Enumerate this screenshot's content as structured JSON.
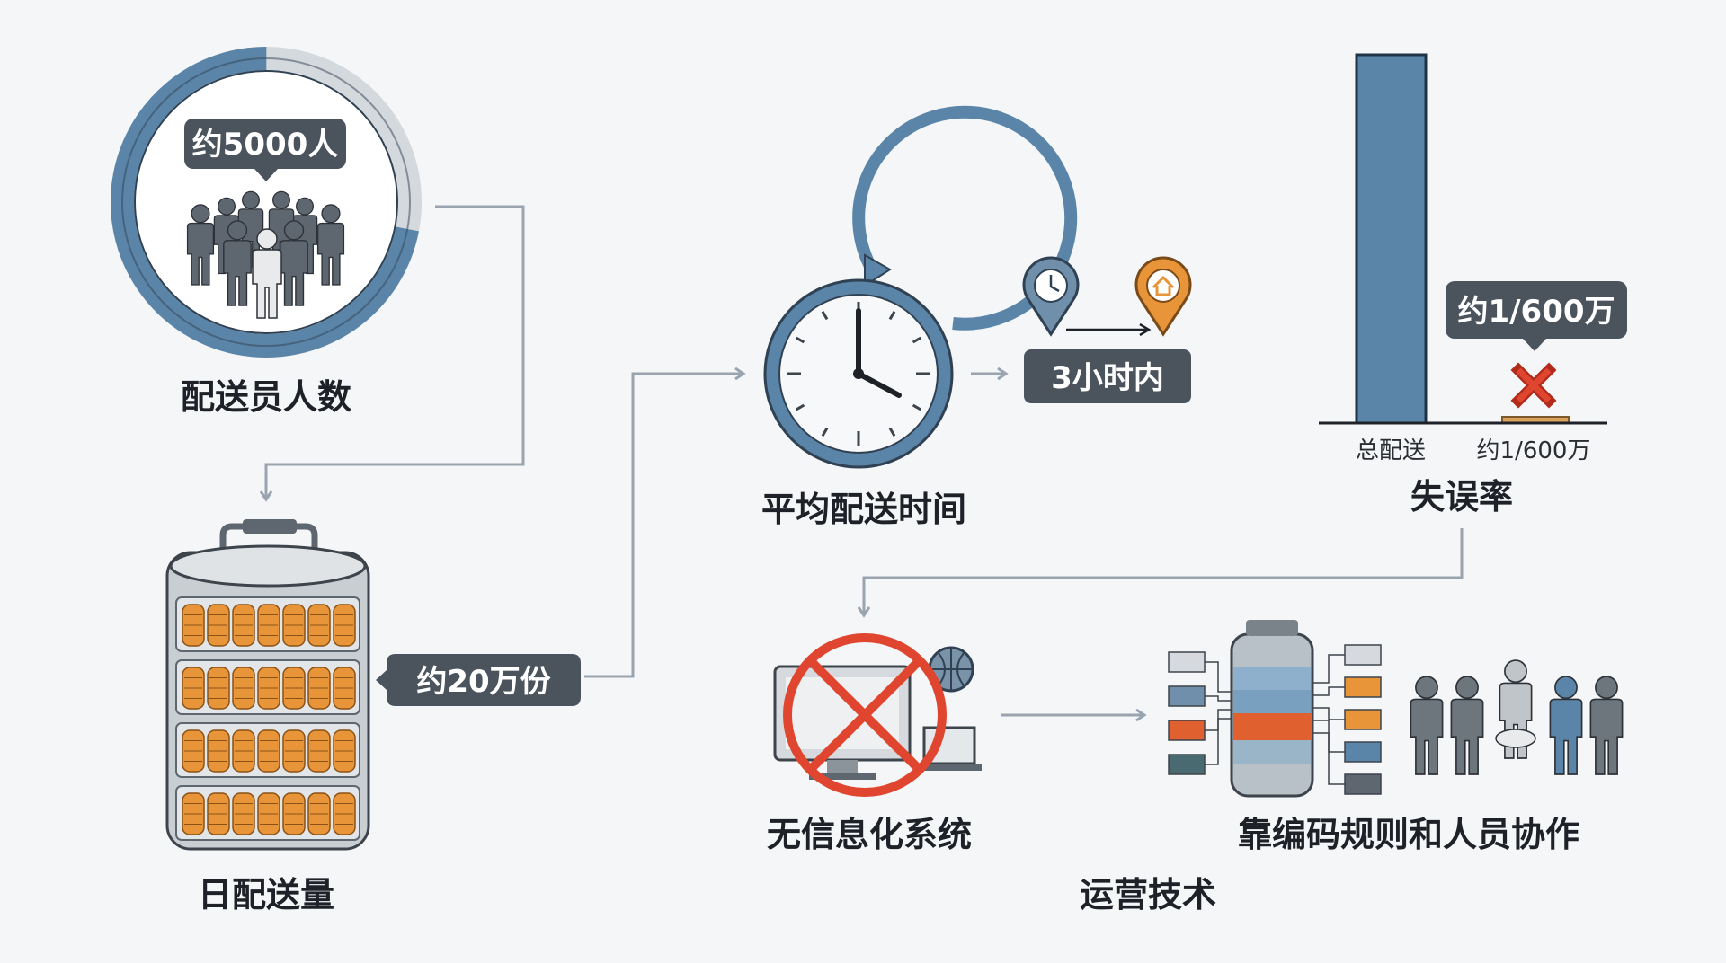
{
  "colors": {
    "background": "#f4f6f8",
    "blue": "#5b85a8",
    "bubble": "#4b545d",
    "orange": "#e8953a",
    "red": "#e0452f"
  },
  "staff": {
    "bubble": "约5000人",
    "label": "配送员人数",
    "ring_fraction": 0.72
  },
  "daily": {
    "bubble": "约20万份",
    "label": "日配送量"
  },
  "time": {
    "bubble": "3小时内",
    "label": "平均配送时间",
    "icons": [
      "clock-pin-icon",
      "home-pin-icon"
    ]
  },
  "error": {
    "label": "失误率",
    "bubble": "约1/600万",
    "chart_data": {
      "type": "bar",
      "categories": [
        "总配送",
        "约1/600万"
      ],
      "values": [
        6000000,
        1
      ],
      "title": "失误率"
    }
  },
  "tech": {
    "no_system_label": "无信息化系统",
    "coding_label": "靠编码规则和人员协作",
    "label": "运营技术"
  }
}
